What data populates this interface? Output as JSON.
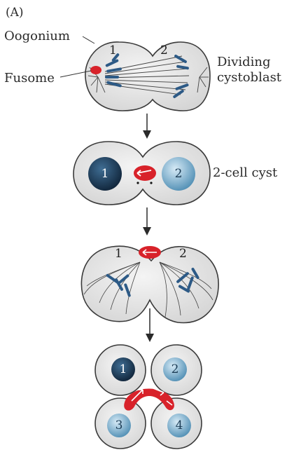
{
  "panel_label": "(A)",
  "labels": {
    "oogonium": "Oogonium",
    "fusome": "Fusome",
    "dividing_line1": "Dividing",
    "dividing_line2": "cystoblast",
    "two_cell": "2-cell cyst"
  },
  "stage1": {
    "num1": "1",
    "num2": "2"
  },
  "stage2": {
    "num1": "1",
    "num2": "2"
  },
  "stage3": {
    "num1": "1",
    "num2": "2"
  },
  "stage4": {
    "num1": "1",
    "num2": "2",
    "num3": "3",
    "num4": "4"
  },
  "colors": {
    "cell_fill": "#e6e6e6",
    "cell_stroke": "#3a3a3a",
    "fusome": "#d8222a",
    "nucleus_dark": "#16334e",
    "nucleus_light": "#7fb3cf",
    "chromosome": "#2d5a86"
  }
}
